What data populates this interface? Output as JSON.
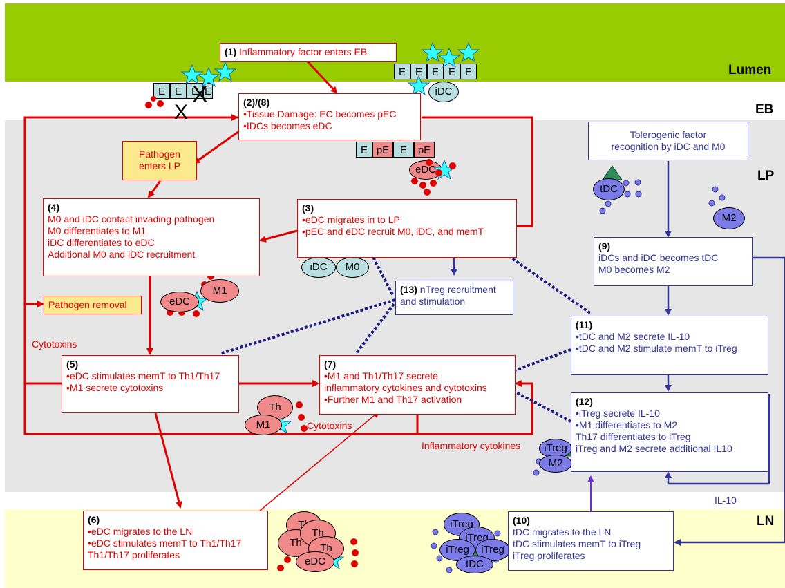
{
  "regions": {
    "lumen": "Lumen",
    "eb": "EB",
    "lp": "LP",
    "ln": "LN"
  },
  "boxes": {
    "b1": {
      "num": "(1)",
      "text": "Inflammatory factor enters EB"
    },
    "b2": {
      "num": "(2)/(8)",
      "lines": [
        "•Tissue Damage: EC becomes pEC",
        "•IDCs becomes eDC"
      ]
    },
    "pathogen_enters": {
      "lines": [
        "Pathogen",
        "enters LP"
      ]
    },
    "b3": {
      "num": "(3)",
      "lines": [
        "•eDC migrates in to LP",
        "•pEC and eDC recruit M0, iDC, and memT"
      ]
    },
    "b4": {
      "num": "(4)",
      "lines": [
        "M0 and iDC contact invading pathogen",
        "M0 differentiates to M1",
        "iDC differentiates to eDC",
        "Additional M0 and iDC recruitment"
      ]
    },
    "pathogen_removal": {
      "text": "Pathogen removal"
    },
    "b5": {
      "num": "(5)",
      "lines": [
        "•eDC stimulates memT to Th1/Th17",
        "•M1 secrete cytotoxins"
      ]
    },
    "b6": {
      "num": "(6)",
      "lines": [
        "•eDC migrates to the LN",
        "•eDC stimulates memT to Th1/Th17",
        "Th1/Th17 proliferates"
      ]
    },
    "b7": {
      "num": "(7)",
      "lines": [
        "•M1 and Th1/Th17 secrete",
        "inflammatory cytokines and cytotoxins",
        "•Further M1 and Th17 activation"
      ]
    },
    "b13": {
      "num": "(13)",
      "lines": [
        "nTreg recruitment",
        "and stimulation"
      ]
    },
    "tolerogenic": {
      "lines": [
        "Tolerogenic factor",
        "recognition by iDC and M0"
      ]
    },
    "b9": {
      "num": "(9)",
      "lines": [
        "iDCs and iDC becomes tDC",
        "M0 becomes M2"
      ]
    },
    "b10": {
      "num": "(10)",
      "lines": [
        "tDC migrates to the LN",
        "tDC stimulates memT to iTreg",
        "iTreg proliferates"
      ]
    },
    "b11": {
      "num": "(11)",
      "lines": [
        "•tDC and M2 secrete IL-10",
        "•tDC and M2 stimulate memT to iTreg"
      ]
    },
    "b12": {
      "num": "(12)",
      "lines": [
        "•iTreg secrete IL-10",
        "•M1 differentiates to M2",
        "Th17 differentiates to iTreg",
        "iTreg and M2 secrete additional IL10"
      ]
    }
  },
  "labels": {
    "cytotoxins_left": "Cytotoxins",
    "cytotoxins_mid": "Cytotoxins",
    "inflam_cyt": "Inflammatory cytokines",
    "il10": "IL-10"
  },
  "cells": {
    "E": "E",
    "pE": "pE",
    "iDC": "iDC",
    "eDC": "eDC",
    "M0": "M0",
    "M1": "M1",
    "Th": "Th",
    "tDC": "tDC",
    "M2": "M2",
    "iTreg": "iTreg",
    "X": "X"
  },
  "colors": {
    "lumen": "#99cc00",
    "lp": "#e6e6e6",
    "ln": "#ffffcc",
    "red": "#e00000",
    "blue": "#33339a",
    "star": "#33ffff"
  }
}
